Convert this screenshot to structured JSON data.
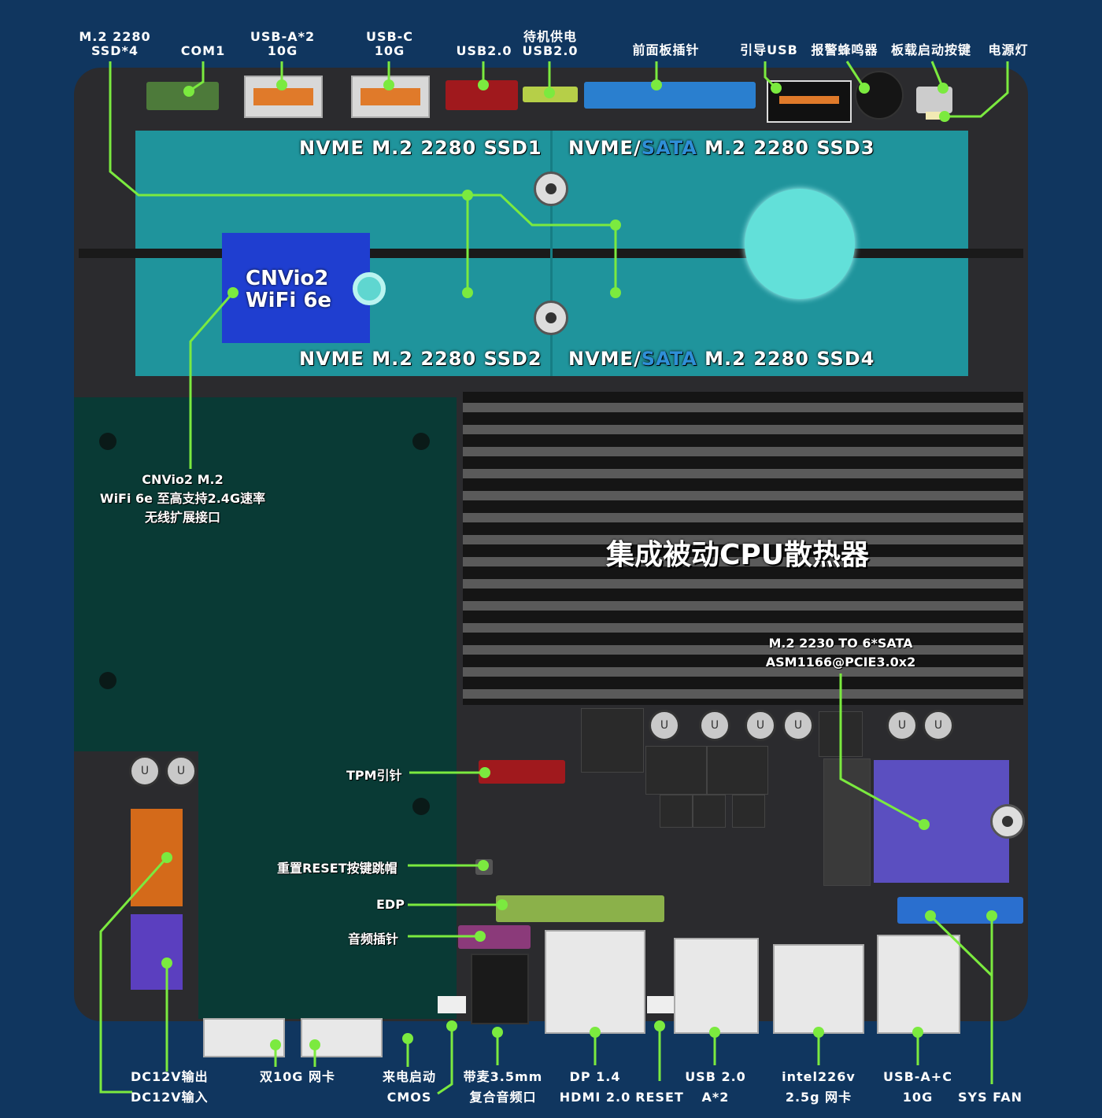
{
  "top_labels": [
    {
      "id": "m2-ssd4",
      "line1": "M.2 2280",
      "line2": "SSD*4"
    },
    {
      "id": "com1",
      "line1": "COM1",
      "line2": ""
    },
    {
      "id": "usba2-10g",
      "line1": "USB-A*2",
      "line2": "10G"
    },
    {
      "id": "usbc-10g",
      "line1": "USB-C",
      "line2": "10G"
    },
    {
      "id": "usb20",
      "line1": "USB2.0",
      "line2": ""
    },
    {
      "id": "standby-usb20",
      "line1": "待机供电",
      "line2": "USB2.0"
    },
    {
      "id": "front-panel",
      "line1": "前面板插针",
      "line2": ""
    },
    {
      "id": "boot-usb",
      "line1": "引导USB",
      "line2": ""
    },
    {
      "id": "buzzer",
      "line1": "报警蜂鸣器",
      "line2": ""
    },
    {
      "id": "onboard-power-btn",
      "line1": "板载启动按键",
      "line2": ""
    },
    {
      "id": "power-led",
      "line1": "电源灯",
      "line2": ""
    }
  ],
  "ssd_slots": {
    "ssd1": "NVME M.2 2280 SSD1",
    "ssd2": "NVME M.2 2280 SSD2",
    "ssd3_pre": "NVME/",
    "ssd3_sata": "SATA",
    "ssd3_post": " M.2 2280 SSD3",
    "ssd4_pre": "NVME/",
    "ssd4_sata": "SATA",
    "ssd4_post": " M.2 2280 SSD4"
  },
  "wifi_module": {
    "line1": "CNVio2",
    "line2": "WiFi 6e"
  },
  "wifi_callout": {
    "line1": "CNVio2 M.2",
    "line2": "WiFi 6e 至高支持2.4G速率",
    "line3": "无线扩展接口"
  },
  "heatsink_label": "集成被动CPU散热器",
  "sata_callout": {
    "line1": "M.2 2230 TO 6*SATA",
    "line2": "ASM1166@PCIE3.0x2"
  },
  "side_tags": {
    "tpm": "TPM引针",
    "reset_jumper": "重置RESET按键跳帽",
    "edp": "EDP",
    "audio_header": "音频插针"
  },
  "bottom_labels": [
    {
      "id": "dc12v",
      "line1": "DC12V输出",
      "line2": "DC12V输入"
    },
    {
      "id": "dual-10g",
      "line1": "双10G 网卡",
      "line2": ""
    },
    {
      "id": "poweron-cmos",
      "line1": "来电启动",
      "line2": "CMOS"
    },
    {
      "id": "audio-35",
      "line1": "带麦3.5mm",
      "line2": "复合音频口"
    },
    {
      "id": "dp-hdmi",
      "line1": "DP 1.4",
      "line2": "HDMI 2.0"
    },
    {
      "id": "reset",
      "line1": "",
      "line2": "RESET"
    },
    {
      "id": "usb20-a2",
      "line1": "USB 2.0",
      "line2": "A*2"
    },
    {
      "id": "intel226v",
      "line1": "intel226v",
      "line2": "2.5g 网卡"
    },
    {
      "id": "usb-ac-10g",
      "line1": "USB-A+C",
      "line2": "10G"
    },
    {
      "id": "sys-fan",
      "line1": "",
      "line2": "SYS FAN"
    }
  ],
  "capacitor_mark": "U",
  "colors": {
    "background": "#10365f",
    "board": "#2b2b2e",
    "ssd_slot": "#1f9aa2",
    "wifi_module": "#1f3ed0",
    "callout_line": "#7bea3f",
    "sata_text": "#2f8fd8"
  }
}
